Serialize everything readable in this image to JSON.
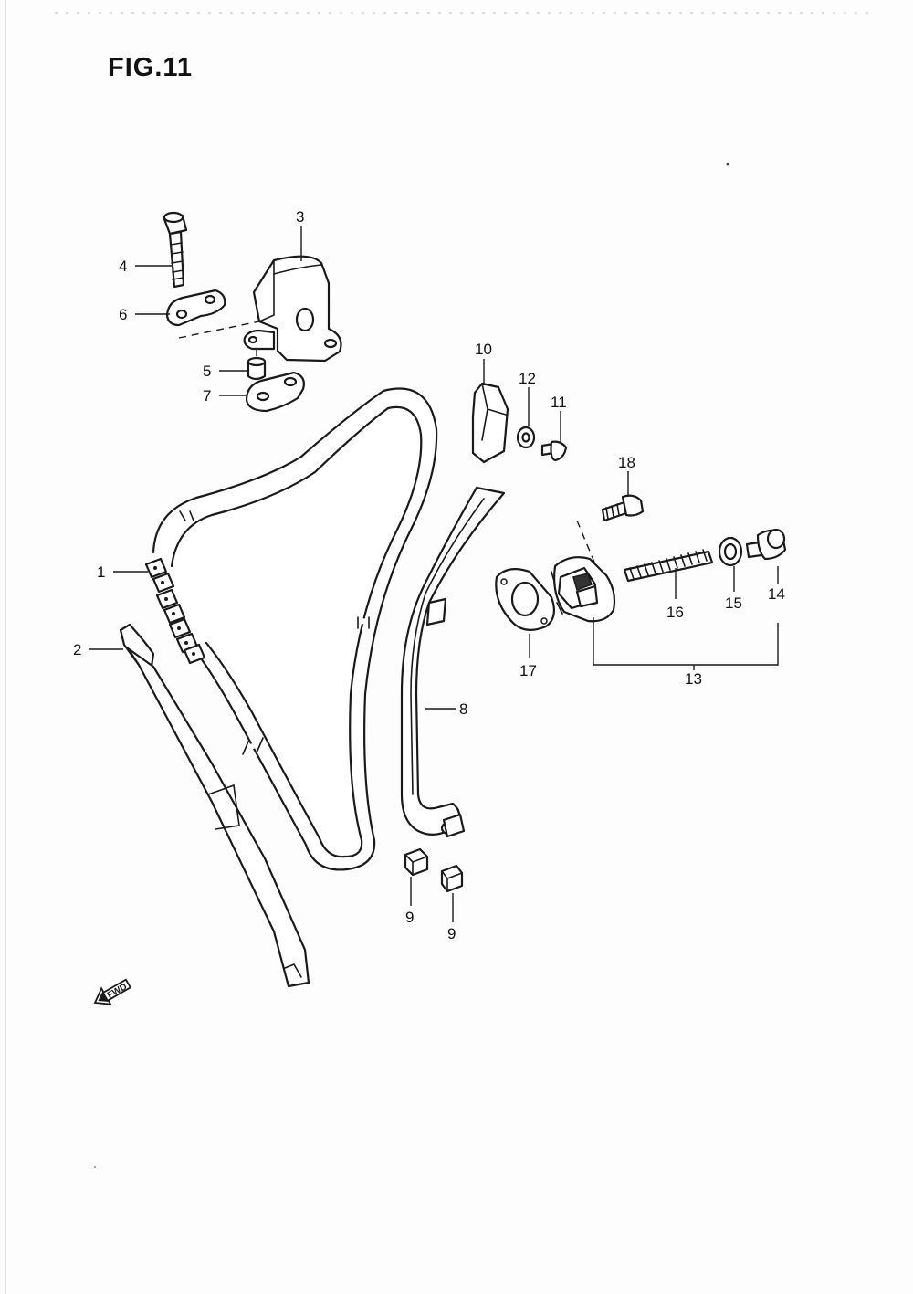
{
  "figure": {
    "title": "FIG.11"
  },
  "callouts": [
    {
      "id": "1",
      "label": "1"
    },
    {
      "id": "2",
      "label": "2"
    },
    {
      "id": "3",
      "label": "3"
    },
    {
      "id": "4",
      "label": "4"
    },
    {
      "id": "5",
      "label": "5"
    },
    {
      "id": "6",
      "label": "6"
    },
    {
      "id": "7",
      "label": "7"
    },
    {
      "id": "8",
      "label": "8"
    },
    {
      "id": "9a",
      "label": "9"
    },
    {
      "id": "9b",
      "label": "9"
    },
    {
      "id": "10",
      "label": "10"
    },
    {
      "id": "11",
      "label": "11"
    },
    {
      "id": "12",
      "label": "12"
    },
    {
      "id": "13",
      "label": "13"
    },
    {
      "id": "14",
      "label": "14"
    },
    {
      "id": "15",
      "label": "15"
    },
    {
      "id": "16",
      "label": "16"
    },
    {
      "id": "17",
      "label": "17"
    },
    {
      "id": "18",
      "label": "18"
    }
  ],
  "direction_marker": {
    "label": "FWD",
    "icon": "forward-arrow-icon"
  }
}
